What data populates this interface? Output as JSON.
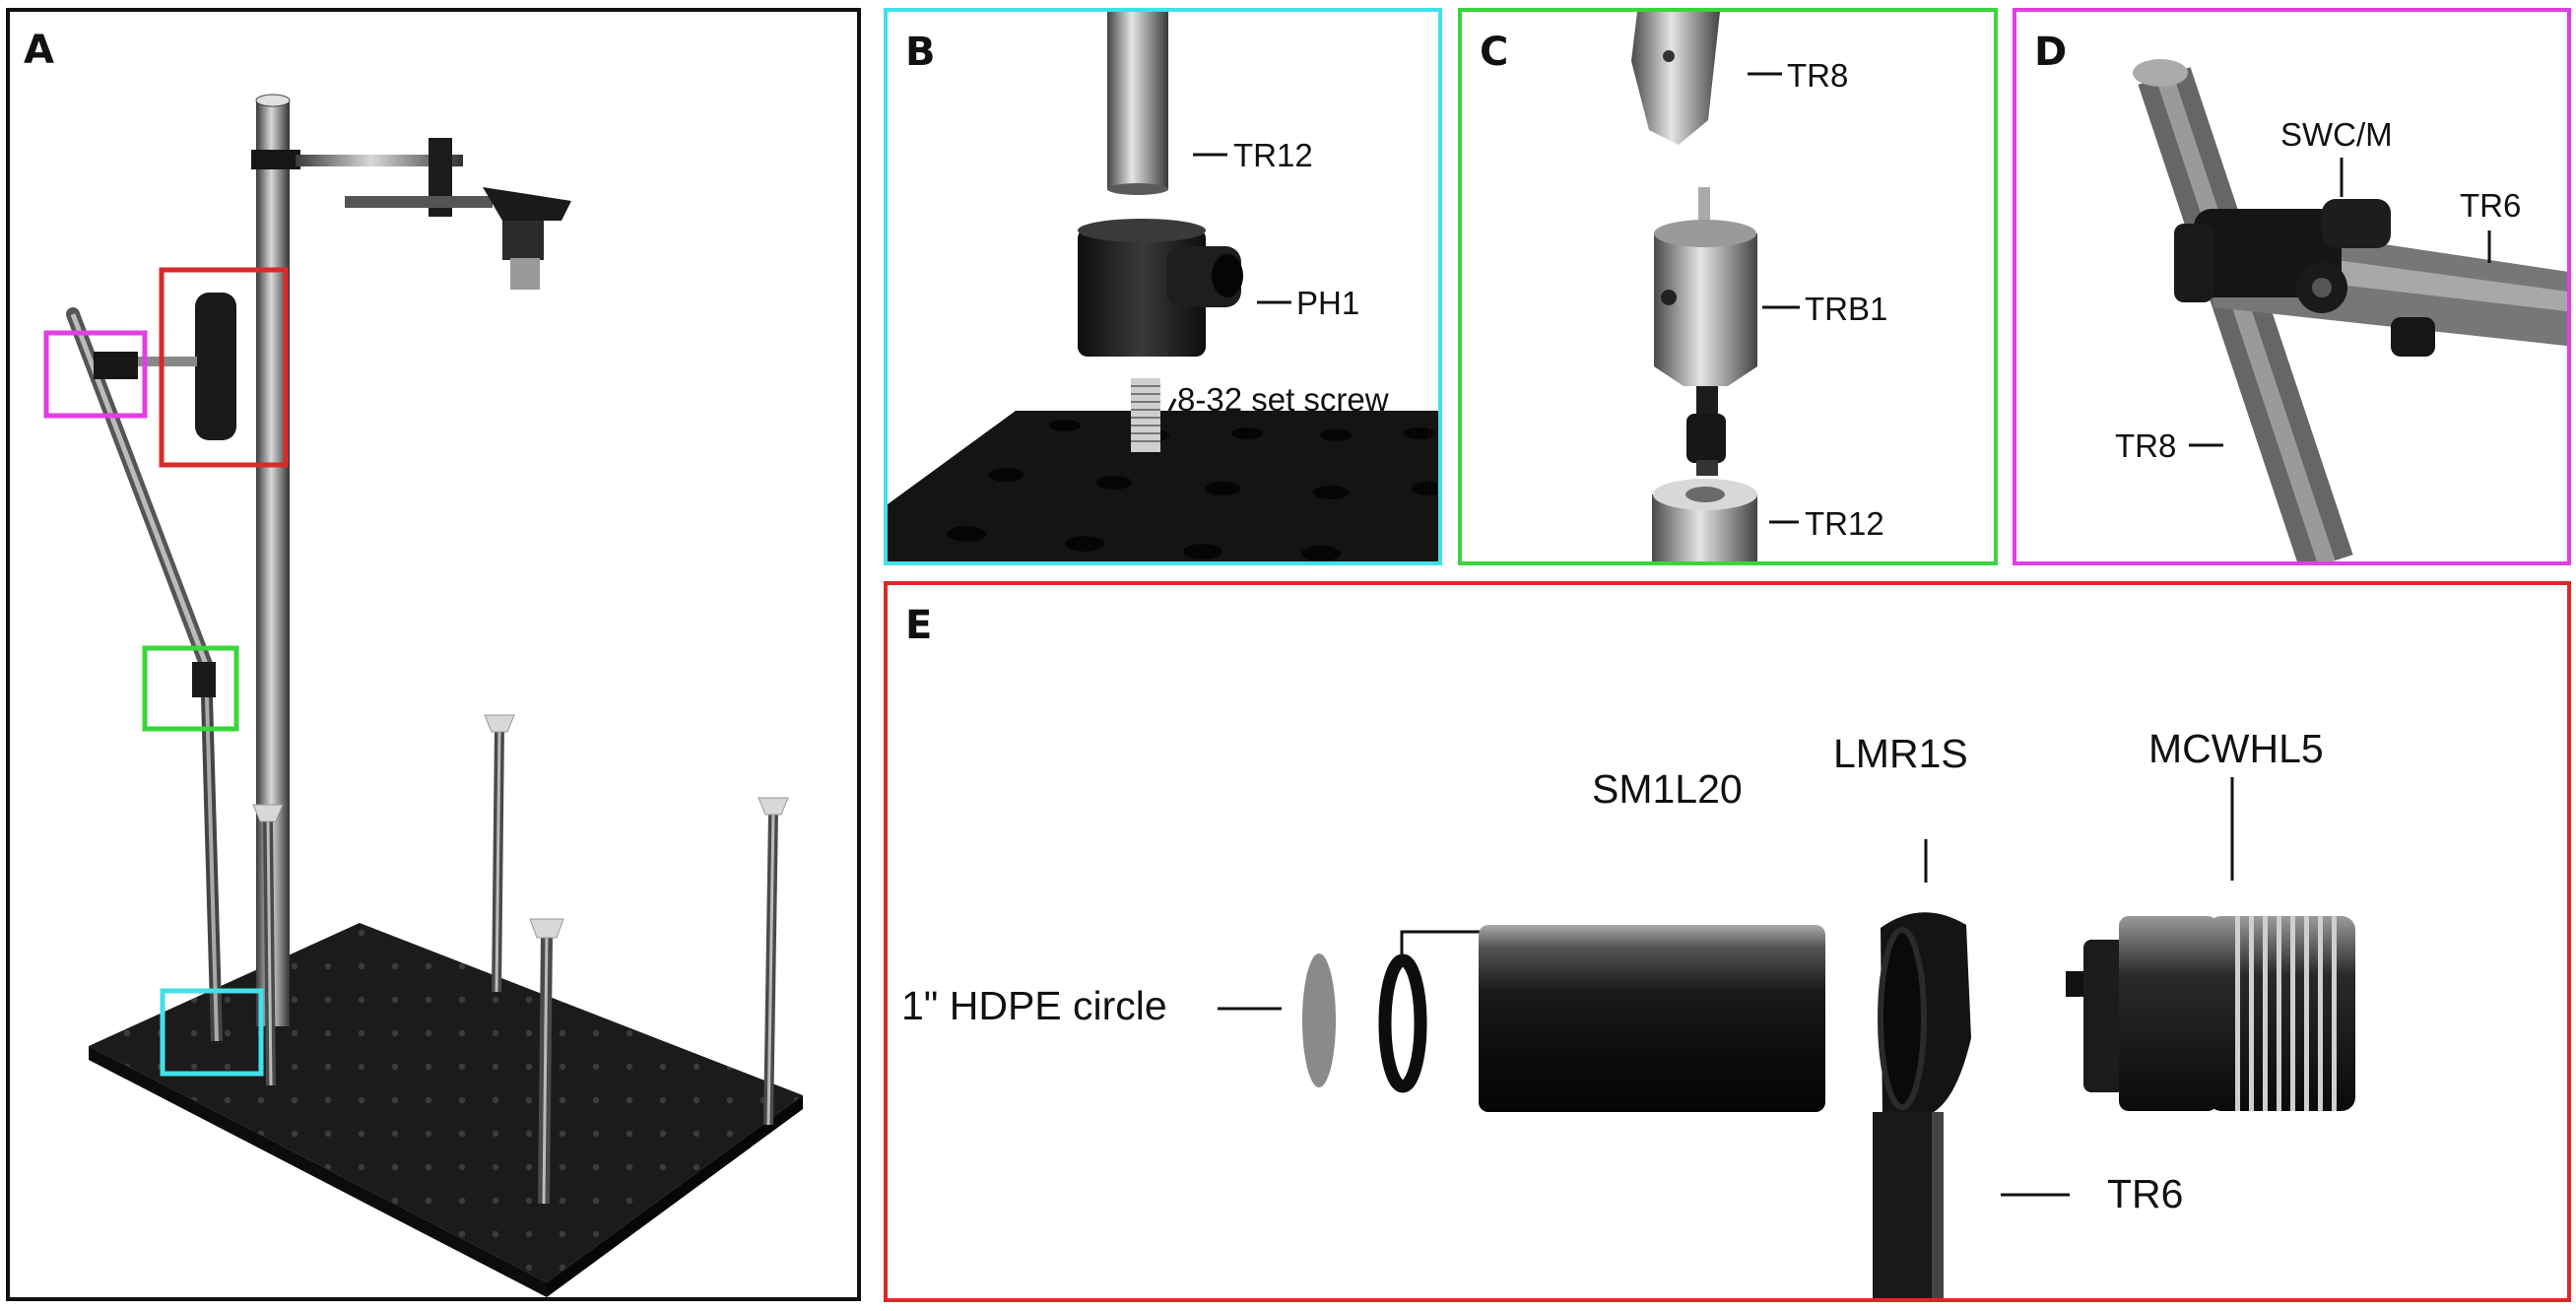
{
  "colors": {
    "A_border": "#111111",
    "B_border": "#3fe1ea",
    "C_border": "#39d63a",
    "D_border": "#e23ee3",
    "E_border": "#d92a2a"
  },
  "panels": {
    "A": {
      "letter": "A"
    },
    "B": {
      "letter": "B",
      "labels": {
        "tr12": "TR12",
        "ph1": "PH1",
        "set_screw": "8-32 set screw"
      }
    },
    "C": {
      "letter": "C",
      "labels": {
        "tr8": "TR8",
        "trb1": "TRB1",
        "tr12": "TR12"
      }
    },
    "D": {
      "letter": "D",
      "labels": {
        "swcm": "SWC/M",
        "tr6": "TR6",
        "tr8": "TR8"
      }
    },
    "E": {
      "letter": "E",
      "labels": {
        "sm1l20": "SM1L20",
        "lmr1s": "LMR1S",
        "mcwhl5": "MCWHL5",
        "hdpe": "1\" HDPE circle",
        "tr6": "TR6"
      }
    }
  }
}
